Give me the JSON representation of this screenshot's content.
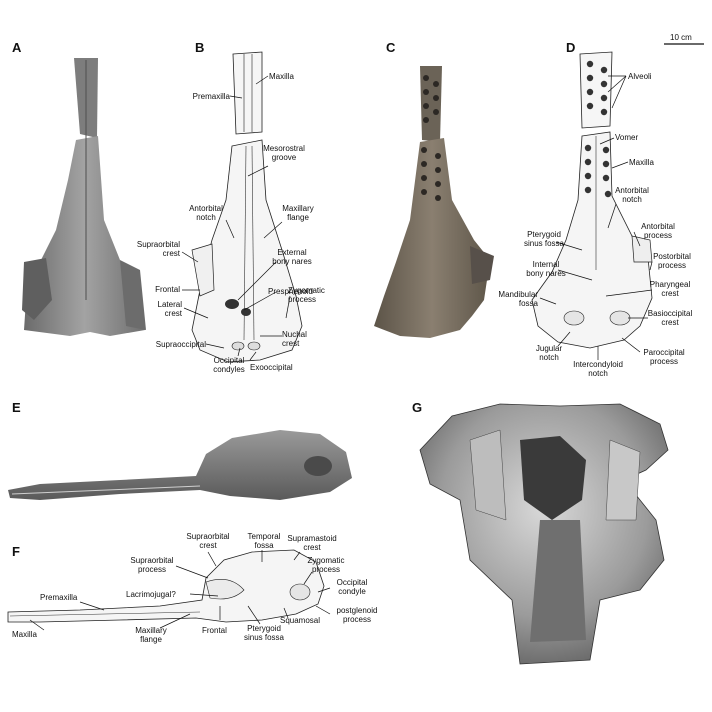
{
  "panels": [
    "A",
    "B",
    "C",
    "D",
    "E",
    "F",
    "G"
  ],
  "scale_bar": "10 cm",
  "labels_B": {
    "maxilla": "Maxilla",
    "premaxilla": "Premaxilla",
    "mesorostral": "Mesorostral\ngroove",
    "antorbital_notch": "Antorbital\nnotch",
    "maxillary_flange": "Maxillary\nflange",
    "supraorbital_crest": "Supraorbital\ncrest",
    "external_nares": "External\nbony nares",
    "frontal": "Frontal",
    "presphenoid": "Presphenoid",
    "lateral_crest": "Lateral\ncrest",
    "zygomatic": "Zygomatic\nprocess",
    "nuchal_crest": "Nuchal\ncrest",
    "supraoccipital": "Supraoccipital",
    "occipital_condyles": "Occipital\ncondyles",
    "exooccipital": "Exooccipital"
  },
  "labels_D": {
    "alveoli": "Alveoli",
    "vomer": "Vomer",
    "maxilla": "Maxilla",
    "antorbital_notch": "Antorbital\nnotch",
    "pterygoid_sinus": "Pterygoid\nsinus fossa",
    "antorbital_process": "Antorbital\nprocess",
    "internal_nares": "Internal\nbony nares",
    "postorbital_process": "Postorbital\nprocess",
    "mandibular_fossa": "Mandibular\nfossa",
    "pharyngeal_crest": "Pharyngeal\ncrest",
    "basioccipital_crest": "Basioccipital\ncrest",
    "jugular_notch": "Jugular\nnotch",
    "paroccipital": "Paroccipital\nprocess",
    "intercondyloid": "Intercondyloid\nnotch"
  },
  "labels_F": {
    "supraorbital_crest": "Supraorbital\ncrest",
    "temporal_fossa": "Temporal\nfossa",
    "supramastoid_crest": "Supramastoid\ncrest",
    "supraorbital_process": "Supraorbital\nprocess",
    "zygomatic_process": "Zygomatic\nprocess",
    "occipital_condyle": "Occipital\ncondyle",
    "premaxilla": "Premaxilla",
    "lacrimojugal": "Lacrimojugal?",
    "maxilla": "Maxilla",
    "maxillary_flange": "Maxillary\nflange",
    "frontal": "Frontal",
    "pterygoid_sinus": "Pterygoid\nsinus fossa",
    "squamosal": "Squamosal",
    "postglenoid": "postglenoid\nprocess"
  },
  "colors": {
    "bone_gray": "#8c8c8c",
    "bone_dark": "#5e5e5e",
    "bone_brown": "#7a6f62",
    "drawing_fill": "#f4f4f4"
  }
}
